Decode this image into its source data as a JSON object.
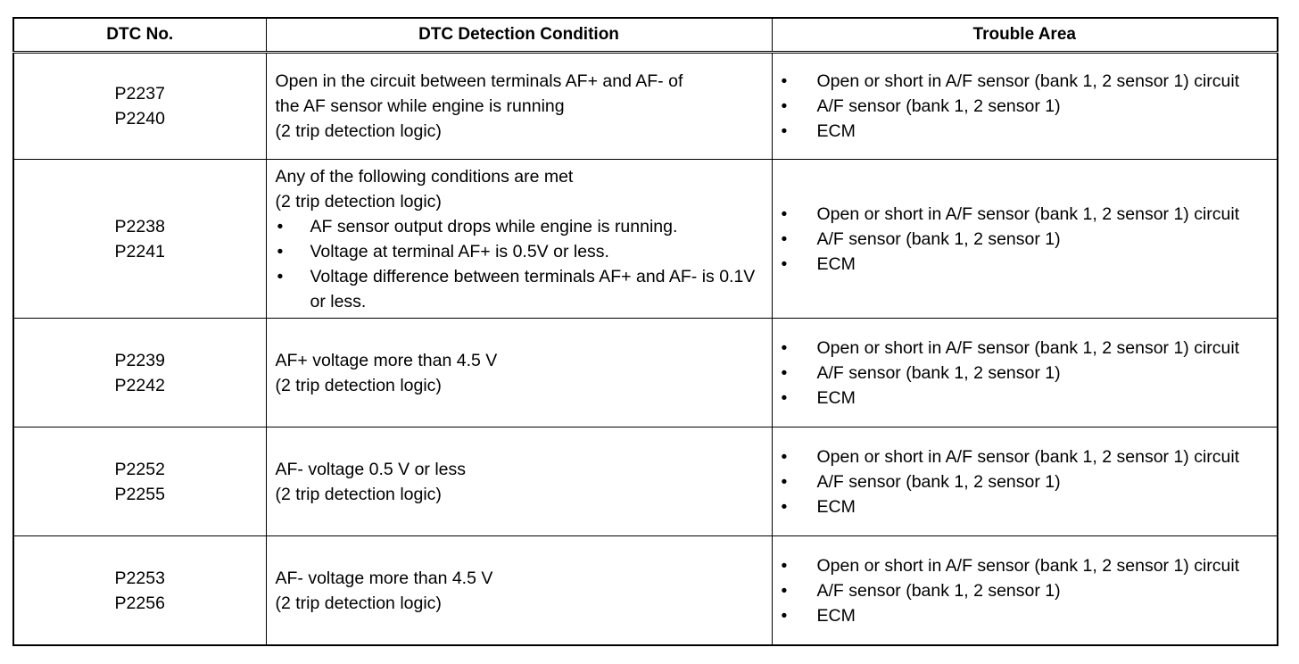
{
  "table": {
    "headers": [
      "DTC No.",
      "DTC Detection Condition",
      "Trouble Area"
    ],
    "bullet_glyph": "•",
    "rows": [
      {
        "codes": [
          "P2237",
          "P2240"
        ],
        "condition_lines": [
          "Open in the circuit between terminals AF+ and AF- of",
          "the AF sensor while engine is running",
          "(2 trip detection logic)"
        ],
        "condition_bullets": [],
        "trouble_area": [
          "Open or short in A/F sensor (bank 1, 2 sensor 1) circuit",
          "A/F sensor (bank 1, 2 sensor 1)",
          "ECM"
        ]
      },
      {
        "codes": [
          "P2238",
          "P2241"
        ],
        "condition_lines": [
          "Any of the following conditions are met",
          "(2 trip detection logic)"
        ],
        "condition_bullets": [
          "AF sensor output drops while engine is running.",
          "Voltage at terminal AF+ is 0.5V or less.",
          "Voltage difference between terminals AF+ and AF- is 0.1V or less."
        ],
        "trouble_area": [
          "Open or short in A/F sensor (bank 1, 2 sensor 1) circuit",
          "A/F sensor (bank 1, 2 sensor 1)",
          "ECM"
        ]
      },
      {
        "codes": [
          "P2239",
          "P2242"
        ],
        "condition_lines": [
          "AF+ voltage more than 4.5 V",
          "(2 trip detection logic)"
        ],
        "condition_bullets": [],
        "trouble_area": [
          "Open or short in A/F sensor (bank 1, 2 sensor 1) circuit",
          "A/F sensor (bank 1, 2 sensor 1)",
          "ECM"
        ]
      },
      {
        "codes": [
          "P2252",
          "P2255"
        ],
        "condition_lines": [
          "AF- voltage 0.5 V or less",
          "(2 trip detection logic)"
        ],
        "condition_bullets": [],
        "trouble_area": [
          "Open or short in A/F sensor (bank 1, 2 sensor 1) circuit",
          "A/F sensor (bank 1, 2 sensor 1)",
          "ECM"
        ]
      },
      {
        "codes": [
          "P2253",
          "P2256"
        ],
        "condition_lines": [
          "AF- voltage more than 4.5 V",
          "(2 trip detection logic)"
        ],
        "condition_bullets": [],
        "trouble_area": [
          "Open or short in A/F sensor (bank 1, 2 sensor 1) circuit",
          "A/F sensor (bank 1, 2 sensor 1)",
          "ECM"
        ]
      }
    ]
  }
}
